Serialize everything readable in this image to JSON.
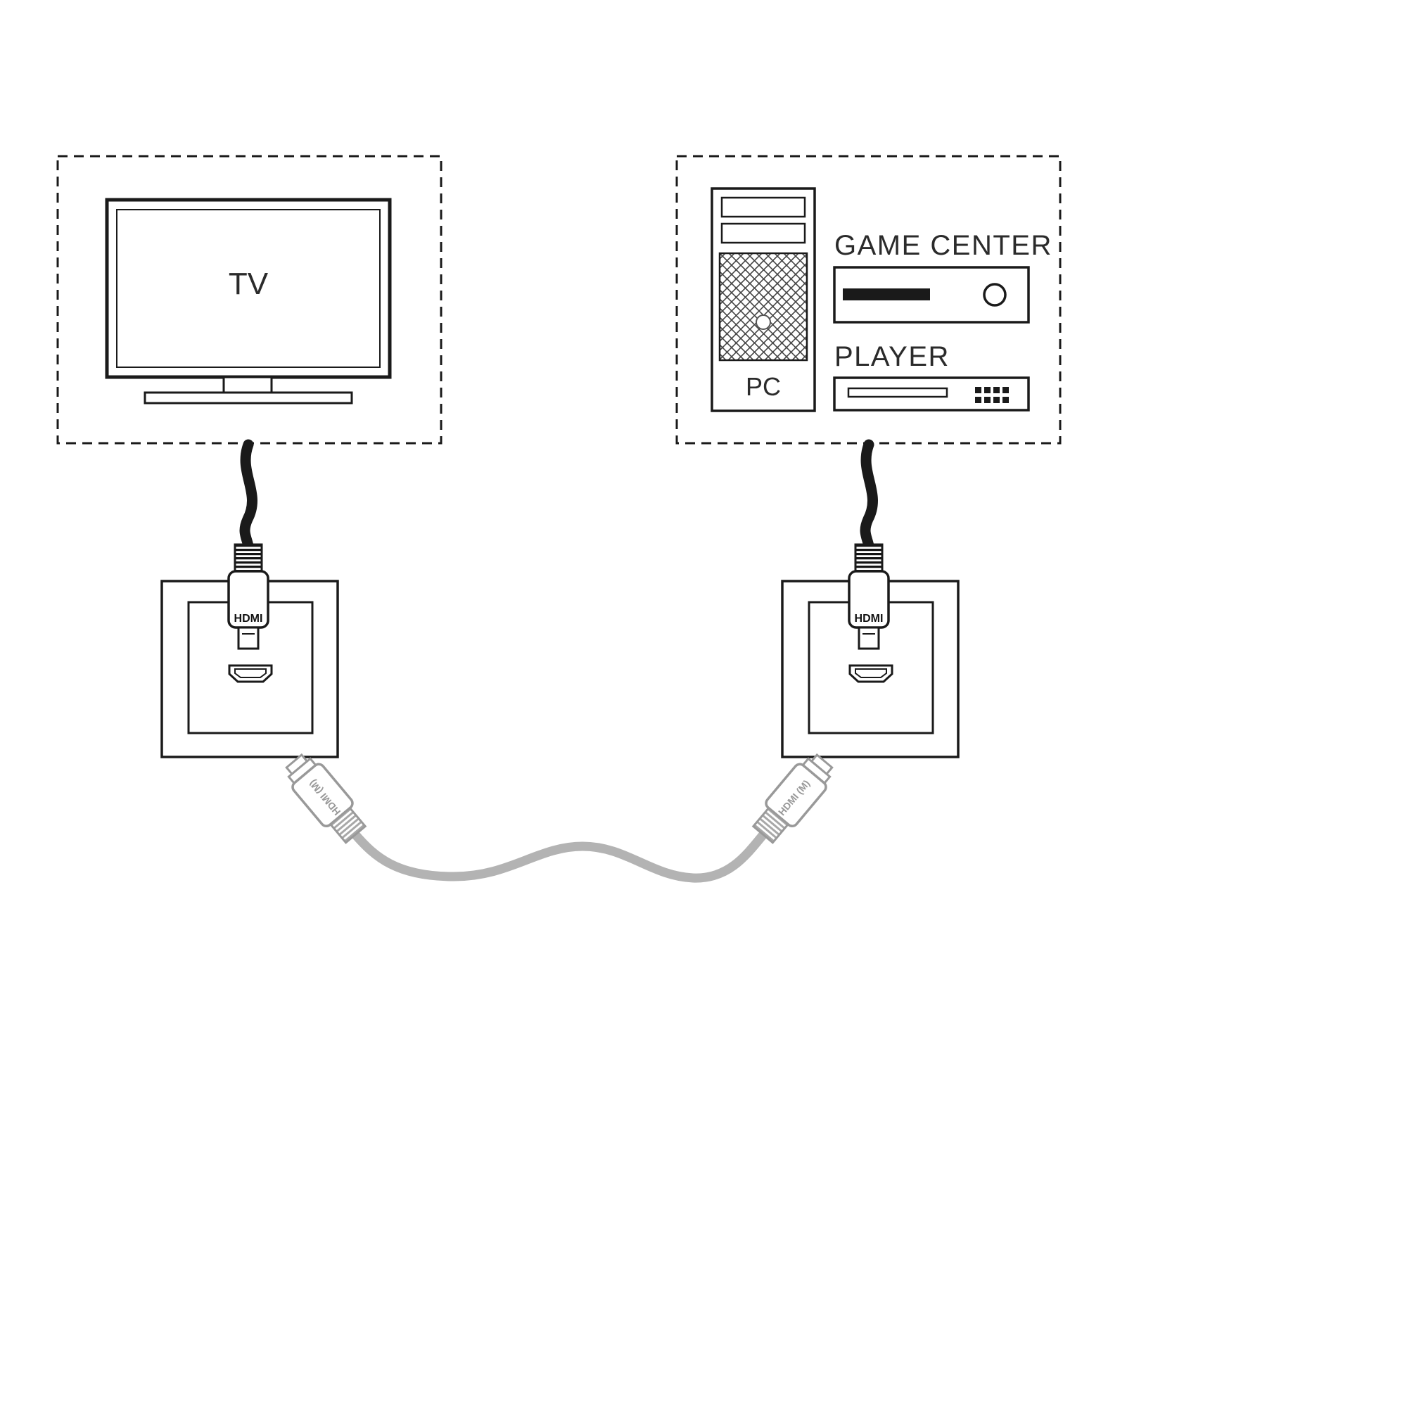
{
  "diagram": {
    "title_hint": "HDMI wall-socket connection scheme",
    "tv": {
      "label": "TV"
    },
    "pc": {
      "label": "PC"
    },
    "game_center": {
      "label": "GAME CENTER"
    },
    "player": {
      "label": "PLAYER"
    },
    "wall_plug_left": {
      "label": "HDMI"
    },
    "wall_plug_right": {
      "label": "HDMI"
    },
    "cable_connector_left": {
      "label": "HDMI (M)"
    },
    "cable_connector_right": {
      "label": "HDMI (M)"
    },
    "colors": {
      "outline": "#1a1a1a",
      "patch_cable_gray": "#b3b3b3",
      "connector_gray": "#999999",
      "text": "#2b2b2b",
      "background": "#ffffff"
    }
  }
}
